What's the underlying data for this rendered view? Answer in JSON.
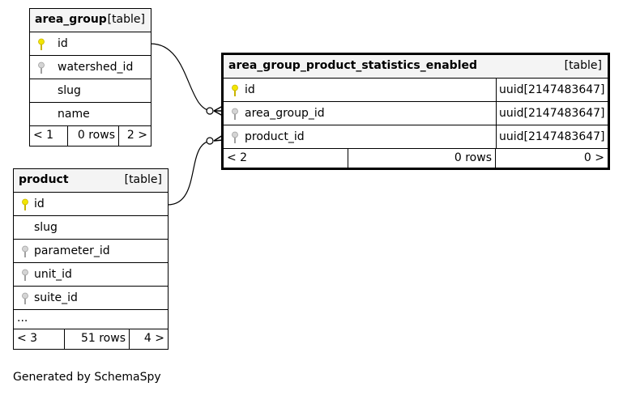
{
  "tables": {
    "area_group": {
      "name": "area_group",
      "kind": "[table]",
      "columns": [
        "id",
        "watershed_id",
        "slug",
        "name"
      ],
      "footer": {
        "parents": "< 1",
        "rows": "0 rows",
        "children": "2 >"
      }
    },
    "product": {
      "name": "product",
      "kind": "[table]",
      "columns": [
        "id",
        "slug",
        "parameter_id",
        "unit_id",
        "suite_id",
        "..."
      ],
      "footer": {
        "parents": "< 3",
        "rows": "51 rows",
        "children": "4 >"
      }
    },
    "area_group_product_statistics_enabled": {
      "name": "area_group_product_statistics_enabled",
      "kind": "[table]",
      "columns": [
        "id",
        "area_group_id",
        "product_id"
      ],
      "types": [
        "uuid[2147483647]",
        "uuid[2147483647]",
        "uuid[2147483647]"
      ],
      "footer": {
        "parents": "< 2",
        "rows": "0 rows",
        "children": "0 >"
      }
    }
  },
  "caption": "Generated by SchemaSpy",
  "colors": {
    "primary_key": "#f2e600",
    "foreign_key": "#b4b4b4",
    "header_bg": "#f4f4f4"
  }
}
